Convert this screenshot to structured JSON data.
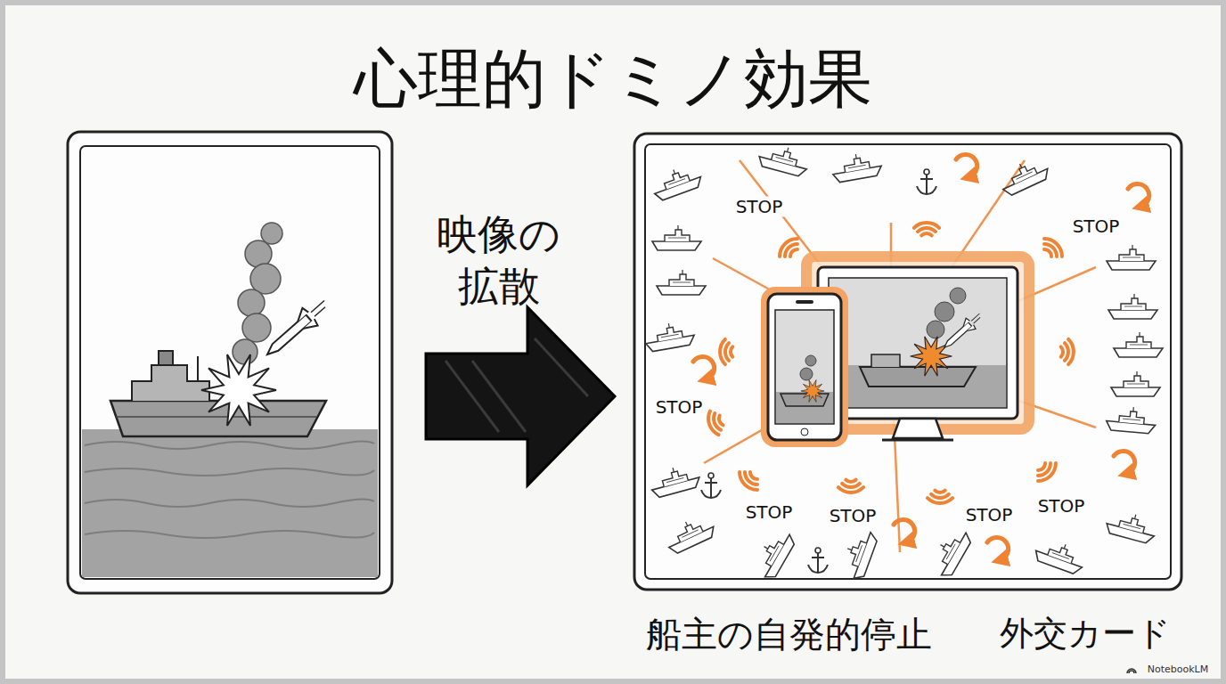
{
  "diagram": {
    "title": "心理的ドミノ効果",
    "labels": [
      "映像の拡散",
      "STOP",
      "STOP",
      "STOP",
      "STOP",
      "STOP",
      "STOP",
      "STOP",
      "船主の自発的停止",
      "外交カード",
      "NotebookLM"
    ]
  }
}
